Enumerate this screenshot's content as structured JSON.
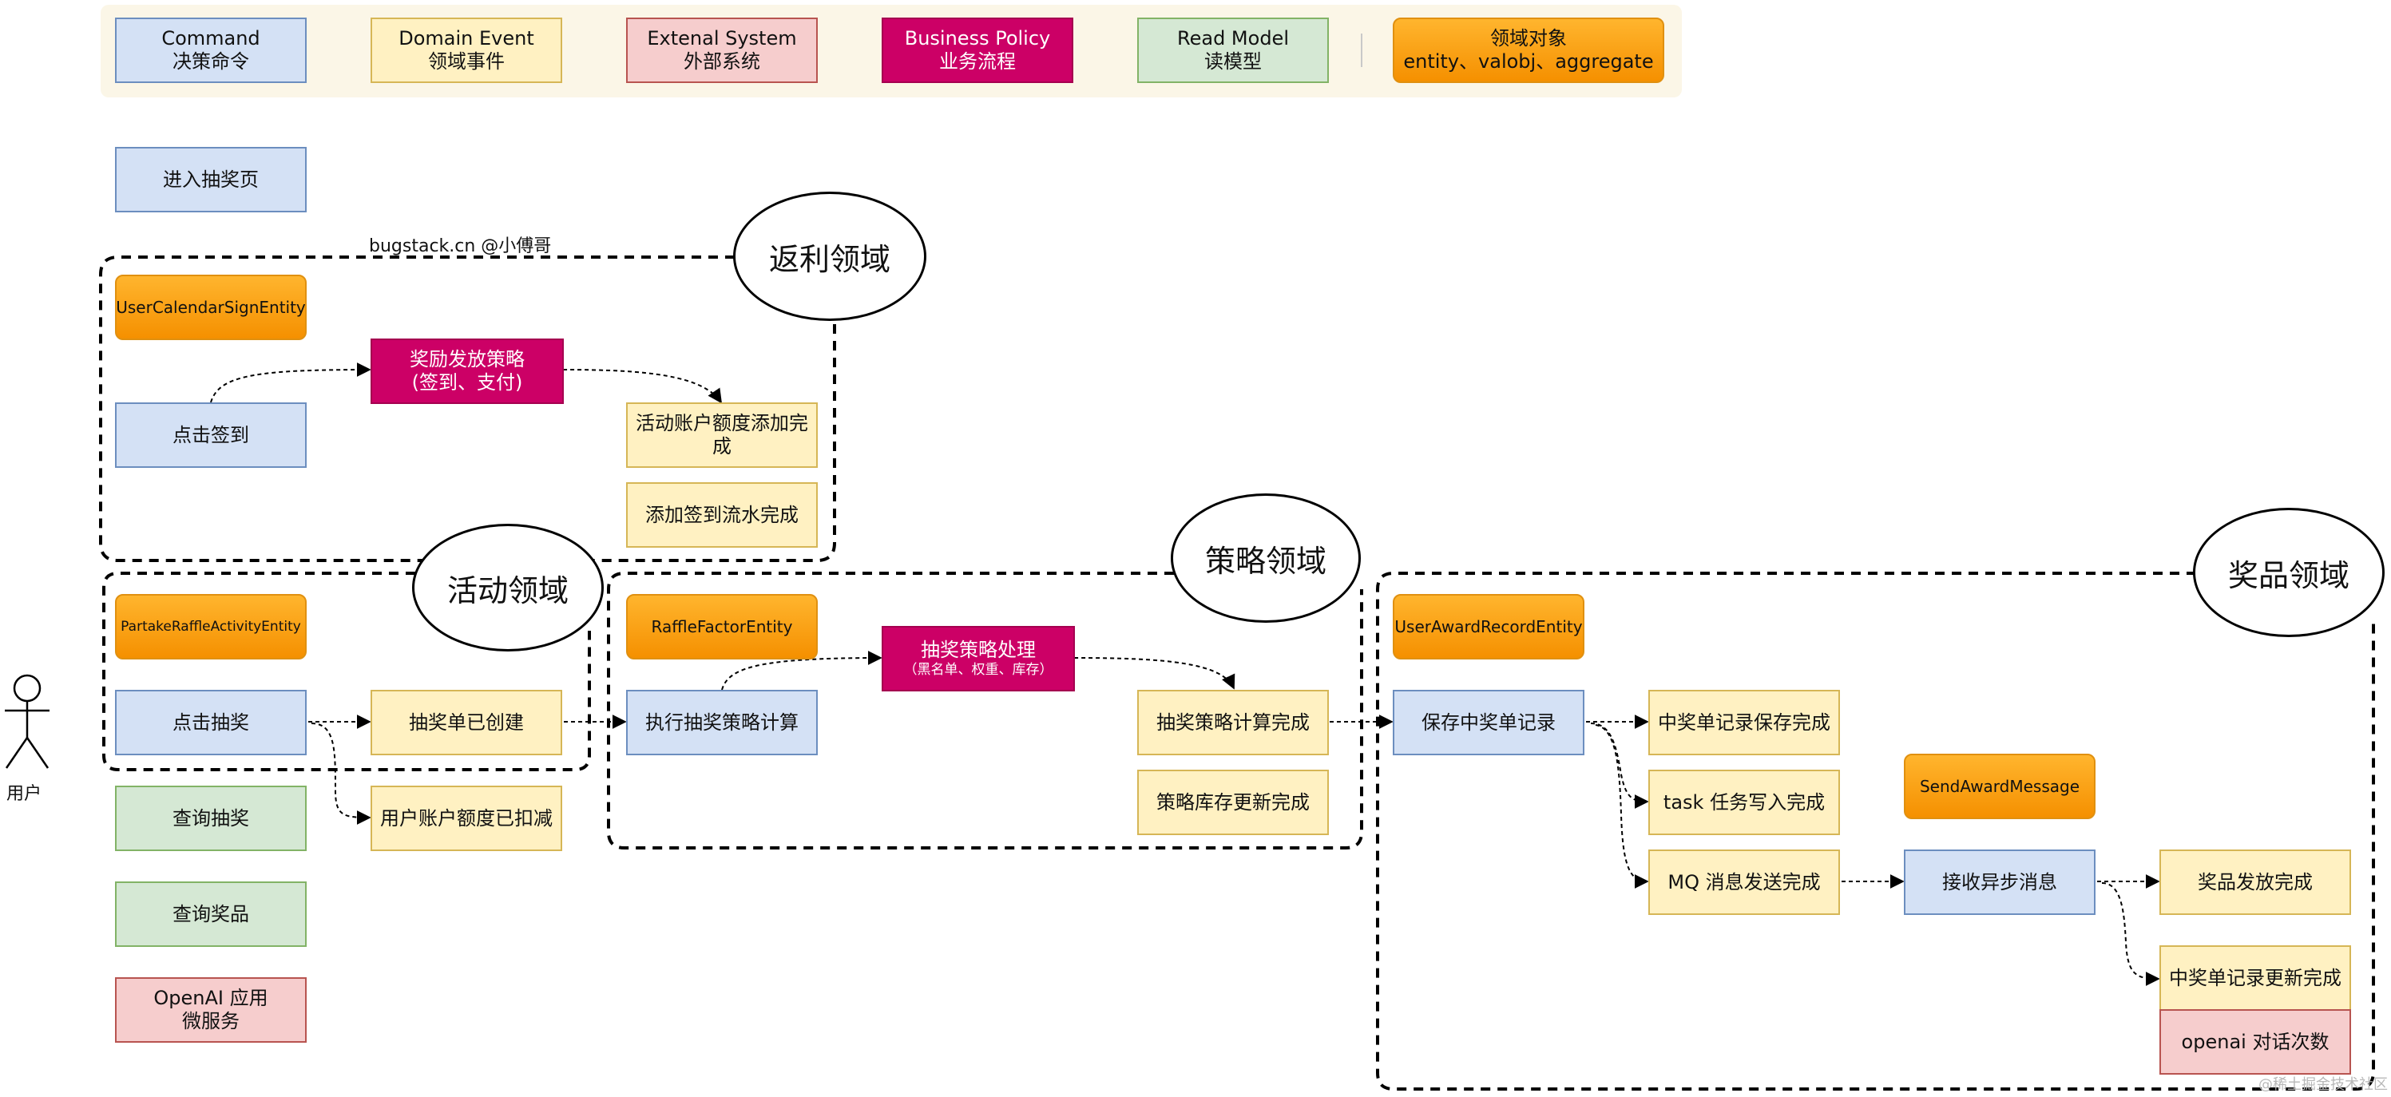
{
  "legend": {
    "command": [
      "Command",
      "决策命令"
    ],
    "domain_event": [
      "Domain Event",
      "领域事件"
    ],
    "external_system": [
      "Extenal System",
      "外部系统"
    ],
    "business_policy": [
      "Business Policy",
      "业务流程"
    ],
    "read_model": [
      "Read Model",
      "读模型"
    ],
    "domain_object": [
      "领域对象",
      "entity、valobj、aggregate"
    ]
  },
  "domains": {
    "rebate": "返利领域",
    "activity": "活动领域",
    "strategy": "策略领域",
    "award": "奖品领域"
  },
  "author": "bugstack.cn @小傅哥",
  "actor": "用户",
  "nodes": {
    "enter_page": "进入抽奖页",
    "user_calendar_sign_entity": "UserCalendarSignEntity",
    "click_sign": "点击签到",
    "rebate_policy": [
      "奖励发放策略",
      "(签到、支付)"
    ],
    "account_quota_added": [
      "活动账户额度添加完",
      "成"
    ],
    "sign_flow_added": "添加签到流水完成",
    "partake_entity": "PartakeRaffleActivityEntity",
    "click_raffle": "点击抽奖",
    "order_created": "抽奖单已创建",
    "quota_deducted": "用户账户额度已扣减",
    "query_raffle": "查询抽奖",
    "query_award": "查询奖品",
    "openai": [
      "OpenAI 应用",
      "微服务"
    ],
    "raffle_factor_entity": "RaffleFactorEntity",
    "exec_strategy": "执行抽奖策略计算",
    "strategy_policy": [
      "抽奖策略处理",
      "（黑名单、权重、库存）"
    ],
    "strategy_done": "抽奖策略计算完成",
    "stock_updated": "策略库存更新完成",
    "user_award_record_entity": "UserAwardRecordEntity",
    "save_record": "保存中奖单记录",
    "record_saved": "中奖单记录保存完成",
    "task_written": "task 任务写入完成",
    "mq_sent": "MQ 消息发送完成",
    "send_award_message": "SendAwardMessage",
    "receive_async": "接收异步消息",
    "award_sent": "奖品发放完成",
    "record_updated": "中奖单记录更新完成",
    "openai_count": "openai 对话次数"
  },
  "watermark": "@稀土掘金技术社区",
  "colors": {
    "command": "#d4e1f5",
    "domain_event": "#fff1c2",
    "external_system": "#f6cdcd",
    "business_policy": "#cc0066",
    "read_model": "#d5e8d4",
    "domain_object": "#ffa500"
  }
}
